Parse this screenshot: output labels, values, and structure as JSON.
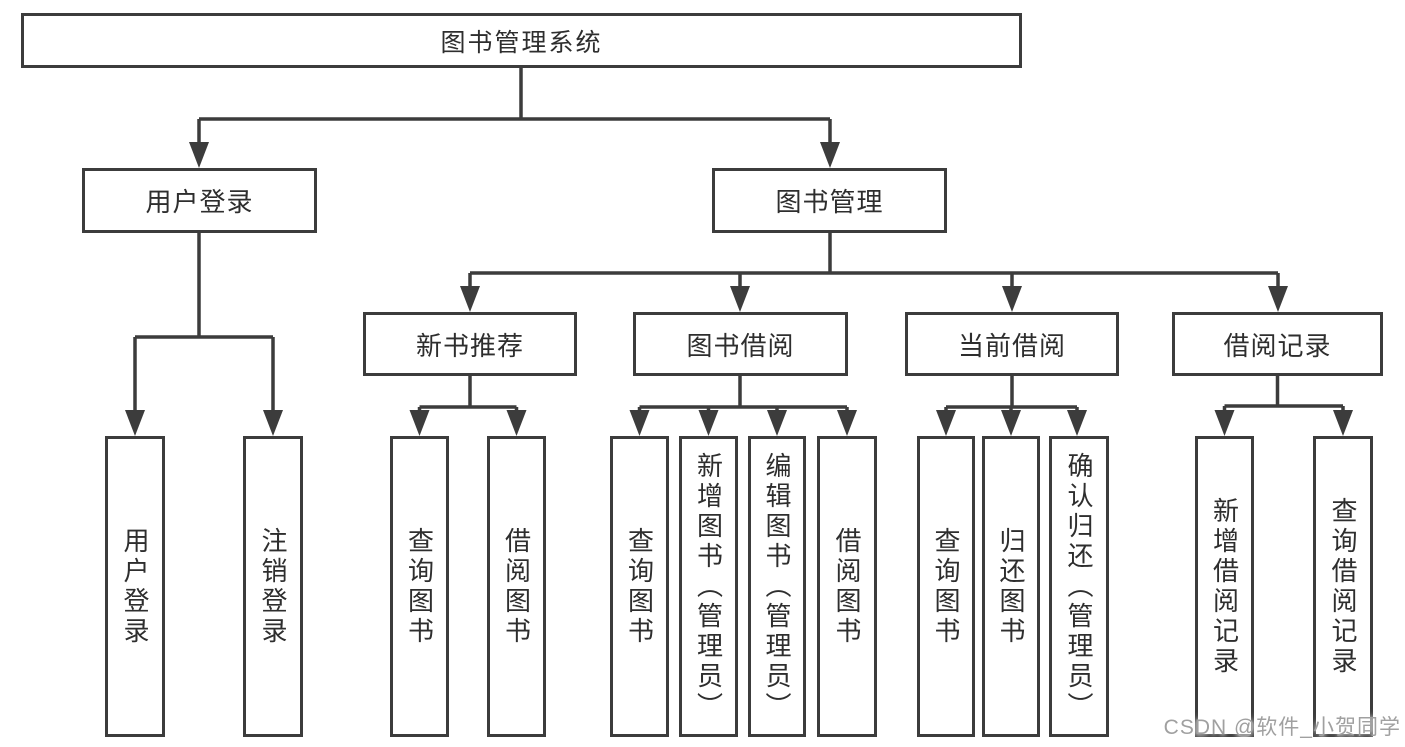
{
  "style": {
    "background": "#ffffff",
    "line_color": "#3c3c3c",
    "box_border_color": "#3c3c3c",
    "text_color": "#2e2e2e",
    "watermark_color": "#a0a0a0"
  },
  "watermark": {
    "text": "CSDN @软件_小贺同学"
  },
  "tree": {
    "label": "图书管理系统",
    "children": [
      {
        "label": "用户登录",
        "children": [
          {
            "label": "用户登录"
          },
          {
            "label": "注销登录"
          }
        ]
      },
      {
        "label": "图书管理",
        "children": [
          {
            "label": "新书推荐",
            "children": [
              {
                "label": "查询图书"
              },
              {
                "label": "借阅图书"
              }
            ]
          },
          {
            "label": "图书借阅",
            "children": [
              {
                "label": "查询图书"
              },
              {
                "label": "新增图书（管理员）"
              },
              {
                "label": "编辑图书（管理员）"
              },
              {
                "label": "借阅图书"
              }
            ]
          },
          {
            "label": "当前借阅",
            "children": [
              {
                "label": "查询图书"
              },
              {
                "label": "归还图书"
              },
              {
                "label": "确认归还（管理员）"
              }
            ]
          },
          {
            "label": "借阅记录",
            "children": [
              {
                "label": "新增借阅记录"
              },
              {
                "label": "查询借阅记录"
              }
            ]
          }
        ]
      }
    ]
  }
}
